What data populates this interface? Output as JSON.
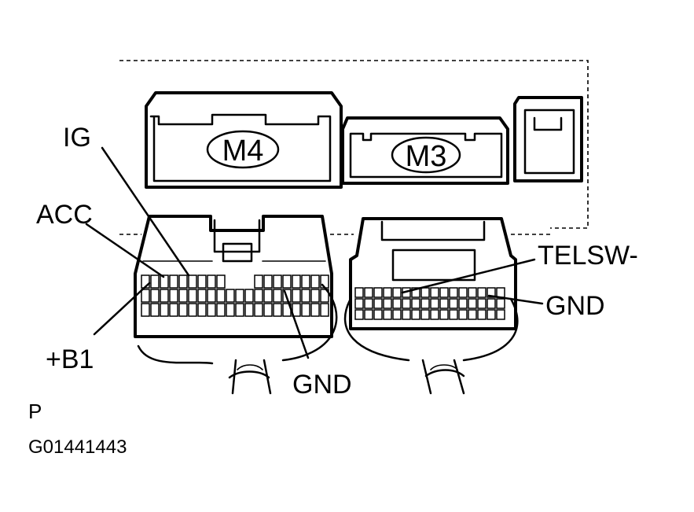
{
  "connectors": {
    "m4": {
      "label": "M4"
    },
    "m3": {
      "label": "M3"
    }
  },
  "terminals": {
    "ig": "IG",
    "acc": "ACC",
    "b1": "+B1",
    "gnd_left": "GND",
    "telsw": "TELSW-",
    "gnd_right": "GND"
  },
  "view_marker": "P",
  "figure_code": "G01441443"
}
